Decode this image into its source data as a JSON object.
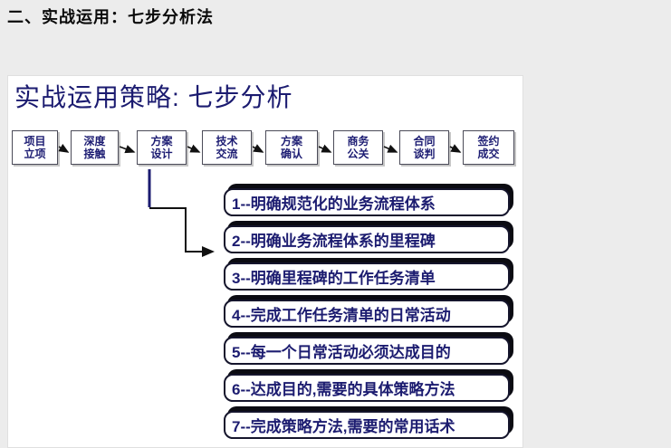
{
  "page": {
    "header": "二、实战运用：七步分析法"
  },
  "slide": {
    "title": "实战运用策略: 七步分析",
    "flow": {
      "steps": [
        {
          "label": "项目\n立项"
        },
        {
          "label": "深度\n接触"
        },
        {
          "label": "方案\n设计"
        },
        {
          "label": "技术\n交流"
        },
        {
          "label": "方案\n确认"
        },
        {
          "label": "商务\n公关"
        },
        {
          "label": "合同\n谈判"
        },
        {
          "label": "签约\n成交"
        }
      ]
    },
    "analysis_items": [
      {
        "text": "1--明确规范化的业务流程体系"
      },
      {
        "text": "2--明确业务流程体系的里程碑"
      },
      {
        "text": "3--明确里程碑的工作任务清单"
      },
      {
        "text": "4--完成工作任务清单的日常活动"
      },
      {
        "text": "5--每一个日常活动必须达成目的"
      },
      {
        "text": "6--达成目的,需要的具体策略方法"
      },
      {
        "text": "7--完成策略方法,需要的常用话术"
      }
    ],
    "colors": {
      "accent_navy": "#1b1b70",
      "list_border": "#15152c",
      "shadow_black": "#0b0b12",
      "page_background": "#ececec"
    }
  }
}
